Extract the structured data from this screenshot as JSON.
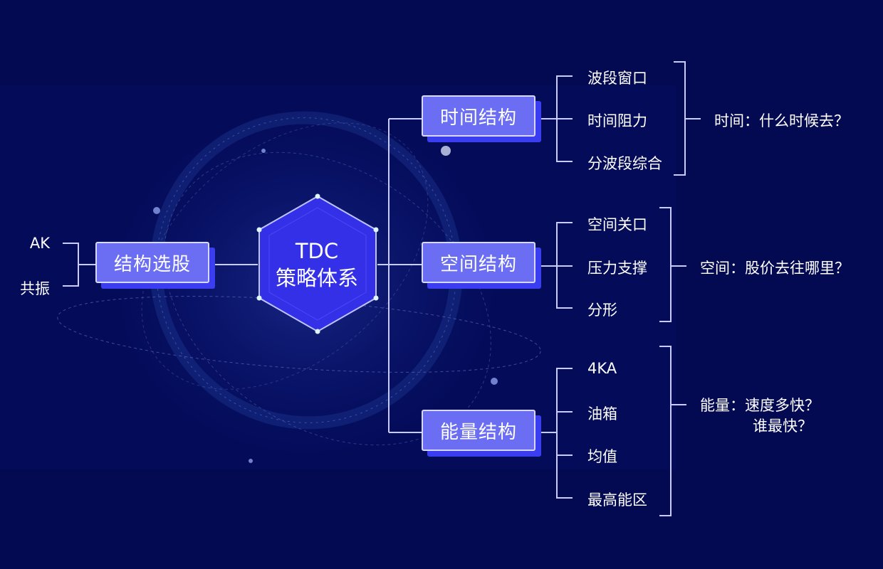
{
  "center": {
    "line1": "TDC",
    "line2": "策略体系"
  },
  "left": {
    "box": "结构选股",
    "items": [
      "AK",
      "共振"
    ]
  },
  "branches": [
    {
      "box": "时间结构",
      "items": [
        "波段窗口",
        "时间阻力",
        "分波段综合"
      ],
      "summary": [
        "时间：什么时候去？"
      ]
    },
    {
      "box": "空间结构",
      "items": [
        "空间关口",
        "压力支撑",
        "分形"
      ],
      "summary": [
        "空间：股价去往哪里？"
      ]
    },
    {
      "box": "能量结构",
      "items": [
        "4KA",
        "油箱",
        "均值",
        "最高能区"
      ],
      "summary": [
        "能量：速度多快？",
        "谁最快？"
      ]
    }
  ],
  "colors": {
    "background": "#040a52",
    "box": "#6b6ef2",
    "hexagon": "#3430e8",
    "line": "#c9ccff"
  }
}
